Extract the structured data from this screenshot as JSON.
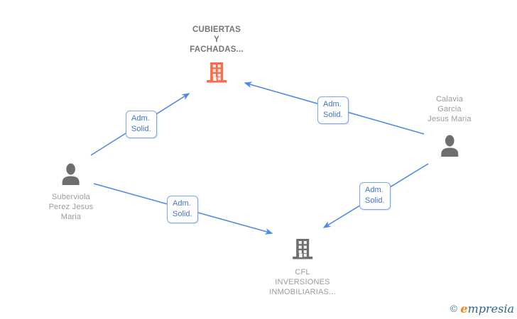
{
  "diagram": {
    "nodes": {
      "cubiertas": {
        "type": "company",
        "icon": "building-icon",
        "lines": [
          "CUBIERTAS",
          "Y",
          "FACHADAS..."
        ]
      },
      "calavia": {
        "type": "person",
        "icon": "person-icon",
        "lines": [
          "Calavia",
          "Garcia",
          "Jesus Maria"
        ]
      },
      "suberviola": {
        "type": "person",
        "icon": "person-icon",
        "lines": [
          "Suberviola",
          "Perez Jesus",
          "Maria"
        ]
      },
      "cfl": {
        "type": "company",
        "icon": "building-icon",
        "lines": [
          "CFL",
          "INVERSIONES",
          "INMOBILIARIAS..."
        ]
      }
    },
    "edges": [
      {
        "from": "suberviola",
        "to": "cubiertas",
        "label_lines": [
          "Adm.",
          "Solid."
        ]
      },
      {
        "from": "calavia",
        "to": "cubiertas",
        "label_lines": [
          "Adm.",
          "Solid."
        ]
      },
      {
        "from": "suberviola",
        "to": "cfl",
        "label_lines": [
          "Adm.",
          "Solid."
        ]
      },
      {
        "from": "calavia",
        "to": "cfl",
        "label_lines": [
          "Adm.",
          "Solid."
        ]
      }
    ]
  },
  "logo": {
    "copyright": "©",
    "brand_first_letter": "e",
    "brand_rest": "mpresia"
  },
  "colors": {
    "edge_blue": "#4e8ae8",
    "edge_label_border": "#7aa7f2",
    "edge_label_text": "#4176c9",
    "company_highlight_orange": "#f96b4b",
    "node_gray": "#6e6e6e",
    "label_gray": "#9b9b9b",
    "title_gray": "#757575",
    "logo_teal": "#2e6787",
    "logo_orange": "#f6821f"
  }
}
